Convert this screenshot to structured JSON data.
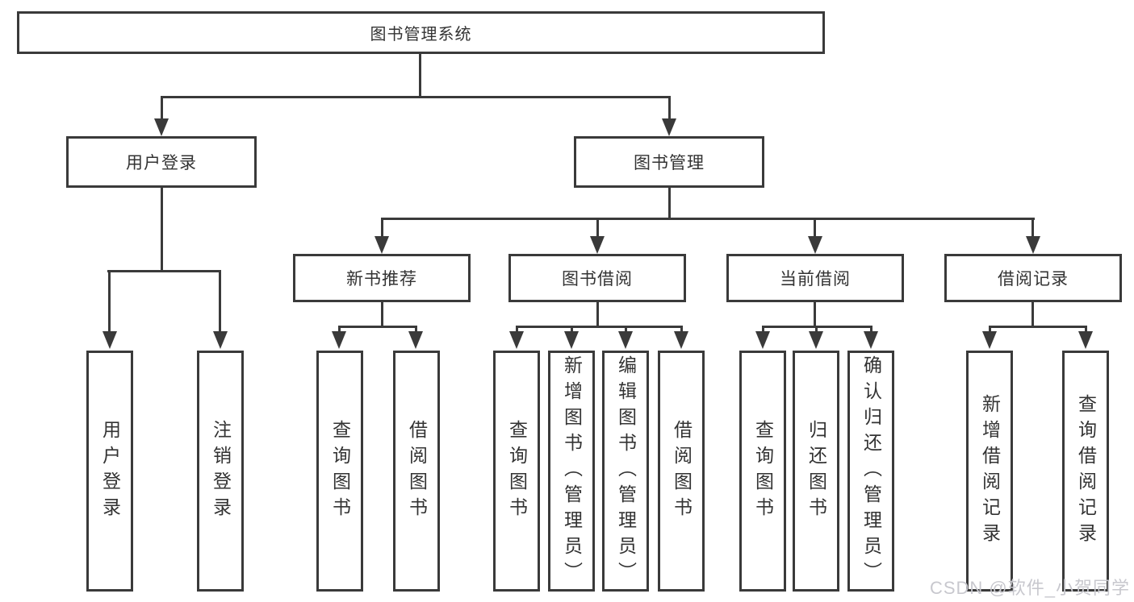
{
  "diagram": {
    "root": {
      "label": "图书管理系统"
    },
    "branches": [
      {
        "label": "用户登录",
        "leaves": [
          "用户登录",
          "注销登录"
        ]
      },
      {
        "label": "图书管理",
        "children": [
          {
            "label": "新书推荐",
            "leaves": [
              "查询图书",
              "借阅图书"
            ]
          },
          {
            "label": "图书借阅",
            "leaves": [
              "查询图书",
              "新增图书（管理员）",
              "编辑图书（管理员）",
              "借阅图书"
            ]
          },
          {
            "label": "当前借阅",
            "leaves": [
              "查询图书",
              "归还图书",
              "确认归还（管理员）"
            ]
          },
          {
            "label": "借阅记录",
            "leaves": [
              "新增借阅记录",
              "查询借阅记录"
            ]
          }
        ]
      }
    ]
  },
  "watermark": {
    "text": "CSDN @软件_小贺同学"
  },
  "colors": {
    "line": "#3a3a3a",
    "text": "#333333",
    "watermark": "#c8c8ce",
    "background": "#ffffff"
  }
}
